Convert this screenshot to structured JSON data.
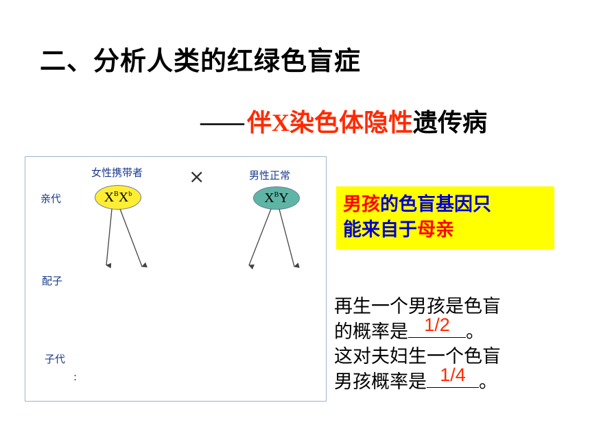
{
  "title": "二、分析人类的红绿色盲症",
  "subtitle": {
    "dash": "——",
    "red_part1": "伴",
    "red_x": "X",
    "red_part2": "染色体隐性",
    "black_part": "遗传病"
  },
  "diagram": {
    "female_label": "女性携带者",
    "male_label": "男性正常",
    "cross_symbol": "×",
    "row_parent": "亲代",
    "row_gamete": "配子",
    "row_offspring": "子代",
    "colon": ":",
    "female_genotype": {
      "a": "X",
      "a_sup": "B",
      "b": "X",
      "b_sup": "b"
    },
    "male_genotype": {
      "a": "X",
      "a_sup": "B",
      "b": "Y"
    },
    "colors": {
      "female_oval": "#ffee33",
      "male_oval": "#5fb5a5",
      "arrow": "#444444"
    }
  },
  "callout": {
    "red1": "男孩",
    "blue1": "的色盲基因只",
    "blue2": "能来自于",
    "red2": "母亲"
  },
  "question": {
    "q1_line1": "再生一个男孩是色盲",
    "q1_line2": "的概率是",
    "q1_answer": "1/2",
    "q1_end": "。",
    "q2_line1": "这对夫妇生一个色盲",
    "q2_line2": "男孩概率是",
    "q2_answer": "1/4",
    "q2_end": "。"
  }
}
